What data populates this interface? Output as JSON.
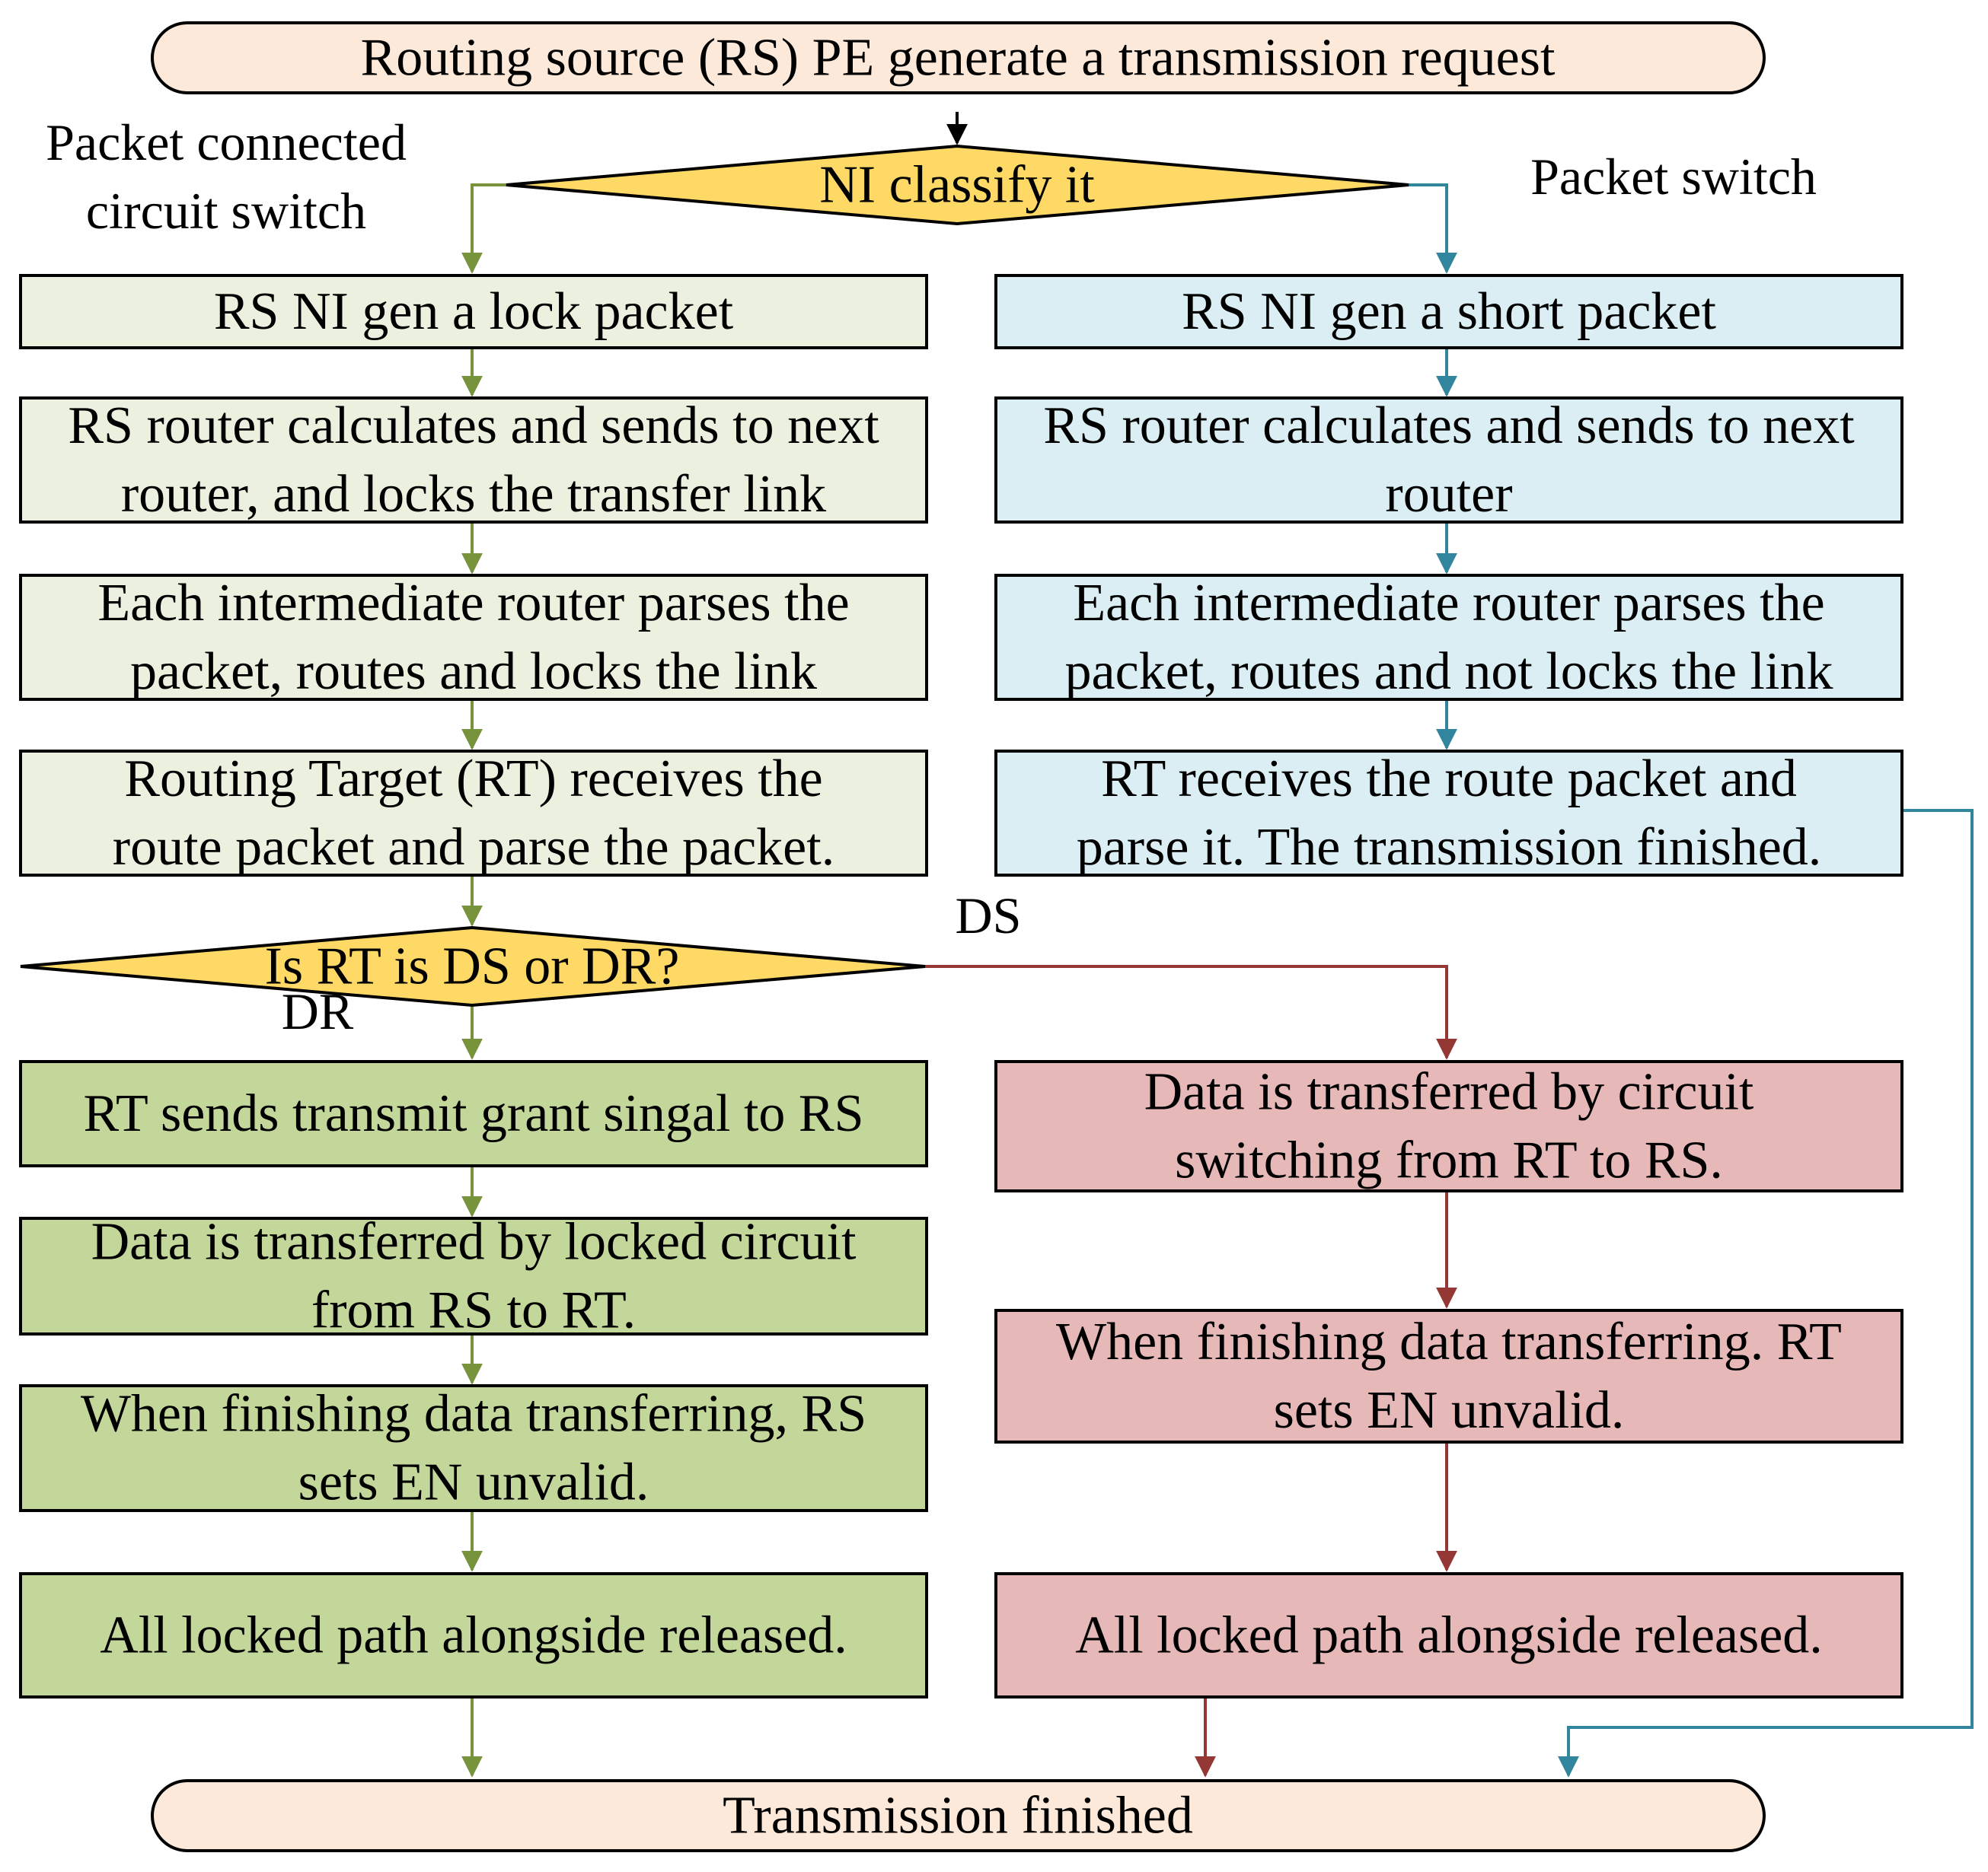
{
  "start": {
    "text": "Routing source (RS) PE generate a transmission request"
  },
  "end": {
    "text": "Transmission finished"
  },
  "classify": {
    "text": "NI classify it"
  },
  "decision": {
    "text": "Is RT is DS or DR?"
  },
  "branch_labels": {
    "left": [
      "Packet connected",
      "circuit switch"
    ],
    "right": "Packet switch",
    "ds": "DS",
    "dr": "DR"
  },
  "left_steps": [
    {
      "lines": [
        "RS NI gen a lock packet"
      ]
    },
    {
      "lines": [
        "RS router calculates and sends to next",
        "router, and locks the transfer link"
      ]
    },
    {
      "lines": [
        "Each intermediate router parses the",
        "packet, routes and locks the link"
      ]
    },
    {
      "lines": [
        "Routing Target (RT) receives the",
        "route packet and parse the packet."
      ]
    }
  ],
  "right_steps": [
    {
      "lines": [
        "RS NI gen a short packet"
      ]
    },
    {
      "lines": [
        "RS router calculates and sends to next",
        "router"
      ]
    },
    {
      "lines": [
        "Each intermediate router parses the",
        "packet, routes and not locks the link"
      ]
    },
    {
      "lines": [
        "RT receives the route packet and",
        "parse it. The transmission finished."
      ]
    }
  ],
  "dr_steps": [
    {
      "lines": [
        "RT sends transmit grant singal to RS"
      ]
    },
    {
      "lines": [
        "Data is transferred by locked circuit",
        "from RS to RT."
      ]
    },
    {
      "lines": [
        "When finishing data transferring, RS",
        "sets EN unvalid."
      ]
    },
    {
      "lines": [
        "All locked path alongside released."
      ]
    }
  ],
  "ds_steps": [
    {
      "lines": [
        "Data is transferred by circuit",
        "switching from RT to RS."
      ]
    },
    {
      "lines": [
        "When finishing data transferring. RT",
        "sets EN unvalid."
      ]
    },
    {
      "lines": [
        "All locked path alongside released."
      ]
    }
  ],
  "colors": {
    "terminal_fill": "#FDE9D9",
    "decision_fill": "#FFD966",
    "left_fill": "#EBF1DE",
    "right_fill": "#DBEEF3",
    "dr_fill": "#C4D79B",
    "ds_fill": "#E6B9B8",
    "green_line": "#77933C",
    "teal_line": "#31859C",
    "red_line": "#953735",
    "black_line": "#000000"
  }
}
